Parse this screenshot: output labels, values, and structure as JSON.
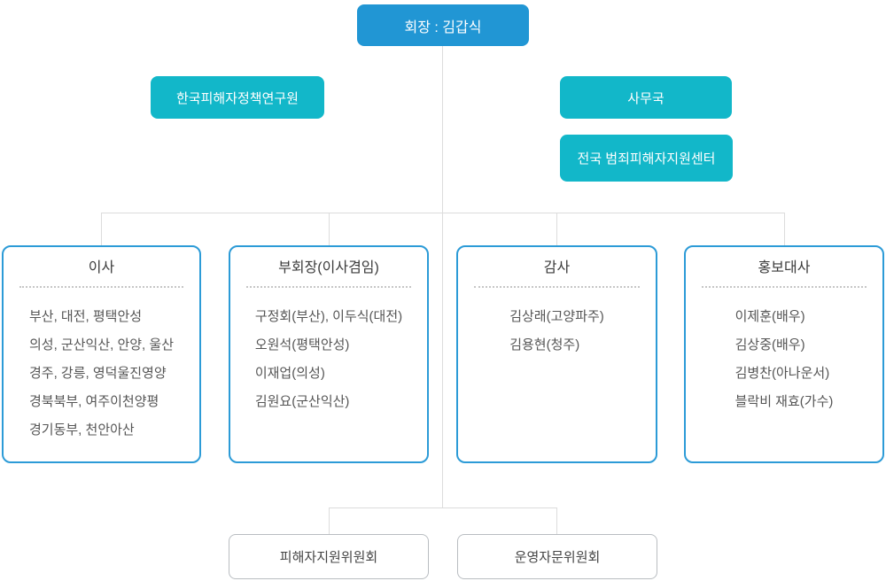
{
  "colors": {
    "primary_blue": "#2196d4",
    "cyan": "#12b7c9",
    "card_border_blue": "#2c9bd7",
    "connector_gray": "#dcdcdc",
    "title_text": "#3a3a3a",
    "body_text": "#555555",
    "committee_border": "#b9bdc1"
  },
  "chairman": {
    "label": "회장 : 김갑식"
  },
  "side_units": {
    "research_institute": {
      "label": "한국피해자정책연구원"
    },
    "secretariat": {
      "label": "사무국"
    },
    "support_center": {
      "label": "전국 범죄피해자지원센터"
    }
  },
  "cards": [
    {
      "title": "이사",
      "items": [
        "부산, 대전, 평택안성",
        "의성, 군산익산, 안양, 울산",
        "경주, 강릉, 영덕울진영양",
        "경북북부, 여주이천양평",
        "경기동부, 천안아산"
      ]
    },
    {
      "title": "부회장(이사겸임)",
      "items": [
        "구정회(부산), 이두식(대전)",
        "오원석(평택안성)",
        "이재업(의성)",
        "김원요(군산익산)"
      ]
    },
    {
      "title": "감사",
      "items": [
        "김상래(고양파주)",
        "김용현(청주)"
      ]
    },
    {
      "title": "홍보대사",
      "items": [
        "이제훈(배우)",
        "김상중(배우)",
        "김병찬(아나운서)",
        "블락비 재효(가수)"
      ]
    }
  ],
  "committees": [
    {
      "label": "피해자지원위원회"
    },
    {
      "label": "운영자문위원회"
    }
  ]
}
